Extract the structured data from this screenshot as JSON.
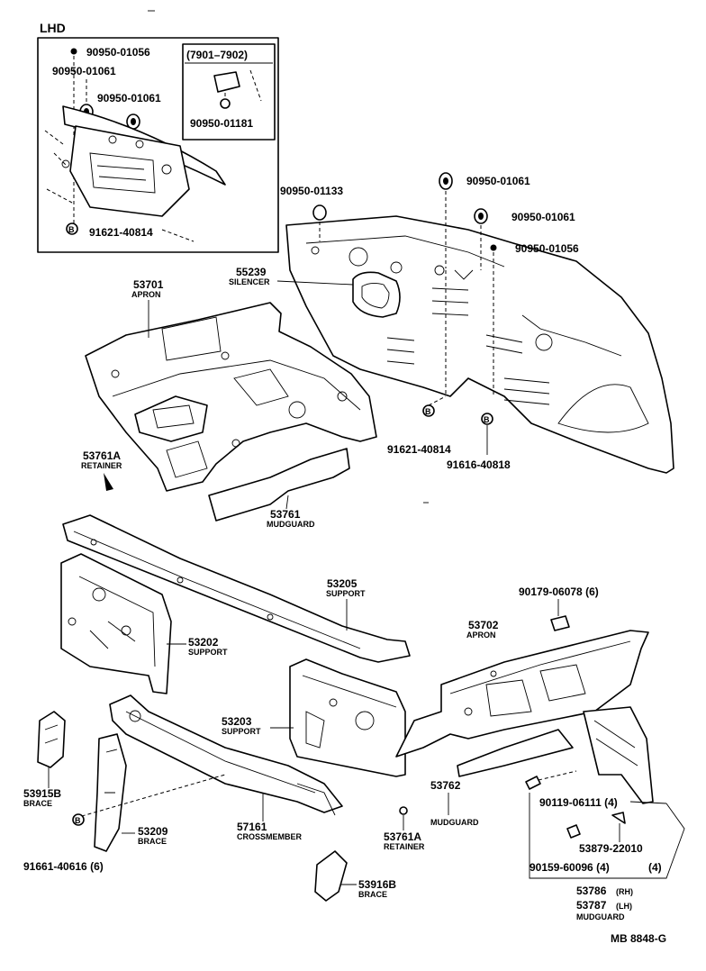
{
  "lhd_box": {
    "title": "LHD",
    "subbox_title": "(7901–7902)",
    "labels": [
      "90950-01056",
      "90950-01061",
      "90950-01061",
      "90950-01181",
      "91621-40814"
    ]
  },
  "callouts": {
    "c90950_01133": "90950-01133",
    "c90950_01061_a": "90950-01061",
    "c90950_01061_b": "90950-01061",
    "c90950_01056": "90950-01056",
    "c55239": "55239",
    "c55239_name": "SILENCER",
    "c53701": "53701",
    "c53701_name": "APRON",
    "c91621_40814": "91621-40814",
    "c91616_40818": "91616-40818",
    "c53761A": "53761A",
    "c53761A_name": "RETAINER",
    "c53761": "53761",
    "c53761_name": "MUDGUARD",
    "c53205": "53205",
    "c53205_name": "SUPPORT",
    "c90179": "90179-06078 (6)",
    "c53202": "53202",
    "c53202_name": "SUPPORT",
    "c53702": "53702",
    "c53702_name": "APRON",
    "c53203": "53203",
    "c53203_name": "SUPPORT",
    "c53915B": "53915B",
    "c53915B_name": "BRACE",
    "c53762": "53762",
    "c53762_name": "MUDGUARD",
    "c90119": "90119-06111 (4)",
    "c57161": "57161",
    "c57161_name": "CROSSMEMBER",
    "c53209": "53209",
    "c53209_name": "BRACE",
    "c53761A_b": "53761A",
    "c53761A_b_name": "RETAINER",
    "c53879": "53879-22010",
    "c90159": "90159-60096 (4)",
    "c90159_qty": "(4)",
    "c91661": "91661-40616 (6)",
    "c53916B": "53916B",
    "c53916B_name": "BRACE",
    "c53786": "53786",
    "c53786_side": "(RH)",
    "c53787": "53787",
    "c53787_side": "(LH)",
    "c53786_name": "MUDGUARD",
    "doc_code": "MB 8848-G"
  },
  "markers": {
    "bolt_symbol": "B"
  }
}
